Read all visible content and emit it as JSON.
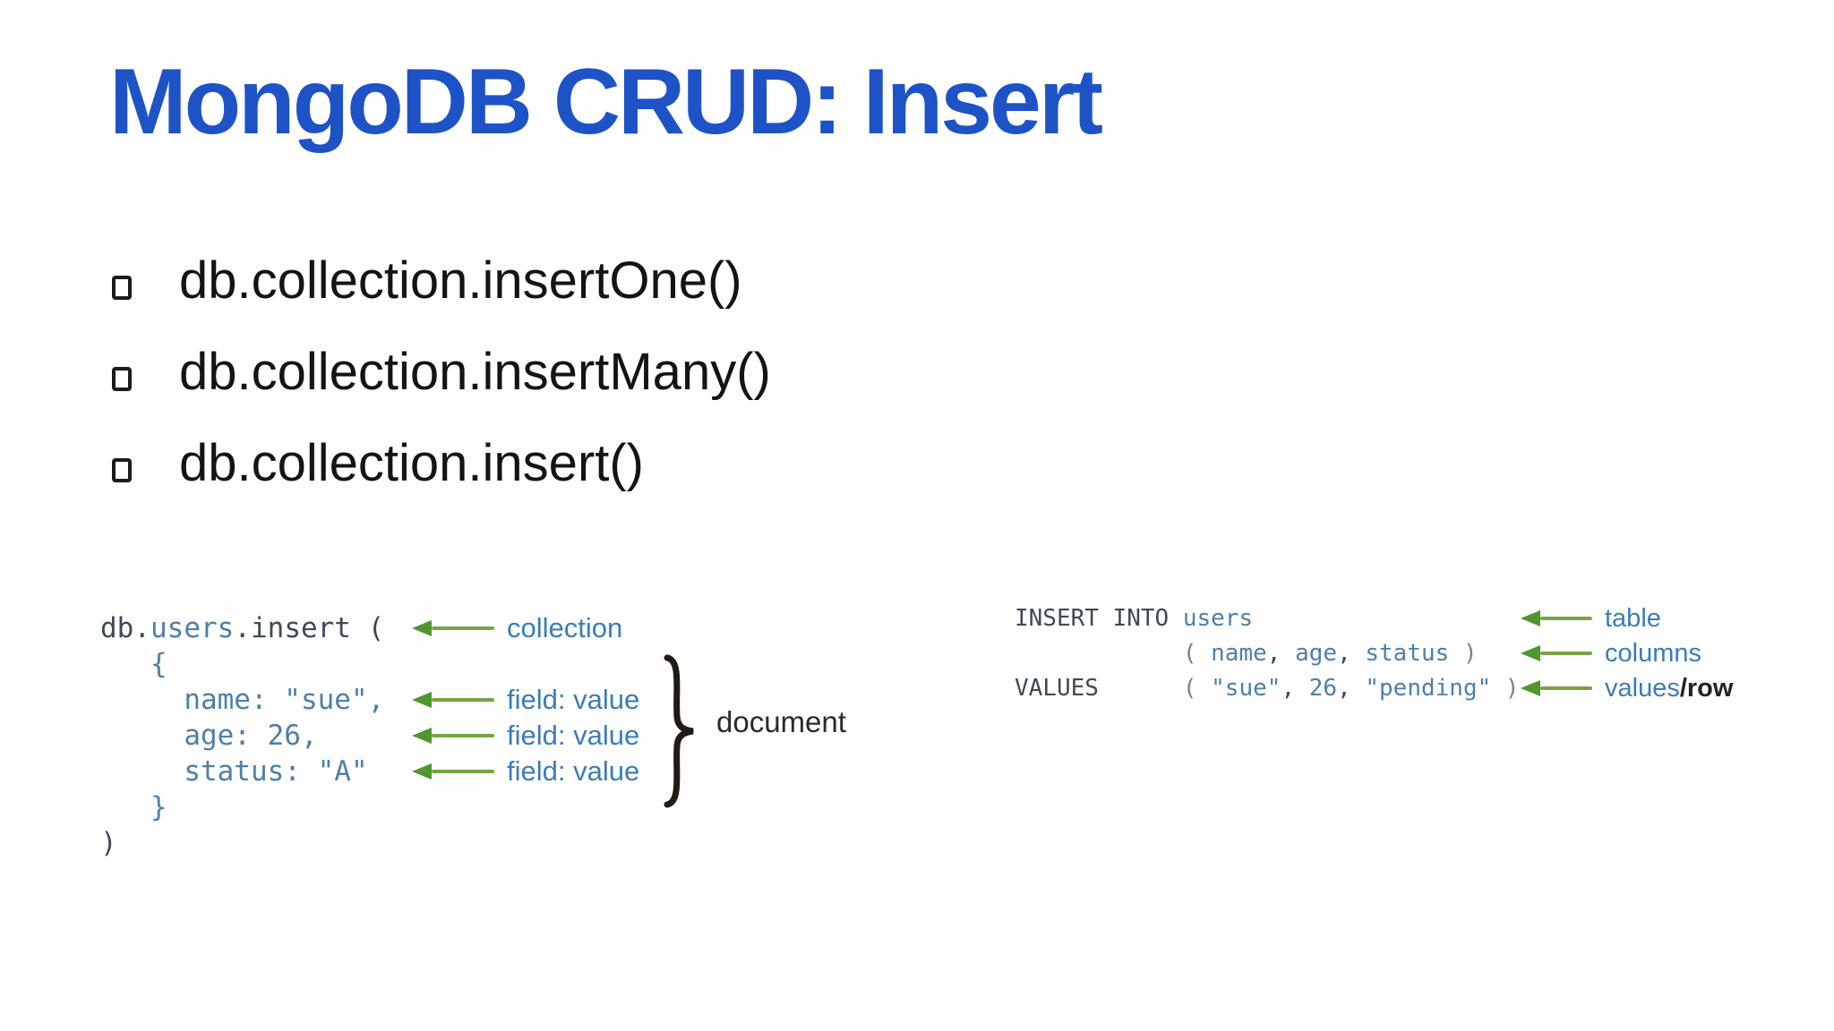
{
  "slide": {
    "title": "MongoDB CRUD: Insert"
  },
  "bullets": [
    {
      "label": "db.collection.insertOne()"
    },
    {
      "label": "db.collection.insertMany()"
    },
    {
      "label": "db.collection.insert()"
    }
  ],
  "mongo_example": {
    "l1_db": "db.",
    "l1_collection": "users",
    "l1_rest": ".insert (",
    "l2_open_brace": "   {",
    "fields": [
      {
        "code": "     name: \"sue\","
      },
      {
        "code": "     age: 26,"
      },
      {
        "code": "     status: \"A\""
      }
    ],
    "l6_close_brace": "   }",
    "l7_close_paren": ")",
    "annotations": {
      "collection": "collection",
      "field_value": "field: value",
      "document": "document"
    }
  },
  "sql_example": {
    "l1_keyword": "INSERT INTO ",
    "l1_table": "users",
    "l2_open": "            ( ",
    "l2_col1": "name",
    "l2_sep1": ", ",
    "l2_col2": "age",
    "l2_sep2": ", ",
    "l2_col3": "status",
    "l2_close": " )",
    "l3_keyword": "VALUES",
    "l3_open": "      ( ",
    "l3_val1": "\"sue\"",
    "l3_sep1": ", ",
    "l3_val2": "26",
    "l3_sep2": ", ",
    "l3_val3": "\"pending\"",
    "l3_close": " )",
    "annotations": {
      "table": "table",
      "columns": "columns",
      "values_part": "values",
      "row_part": "/row"
    }
  },
  "icons": {
    "bullet_icon": "square-outline",
    "arrow_icon": "green-left-arrow",
    "brace_icon": "right-curly-brace"
  },
  "colors": {
    "title_blue": "#1d53c6",
    "code_dark": "#3d4a57",
    "code_blue": "#4e80a8",
    "label_blue": "#3c7cb8",
    "arrow_green_head": "#4f9630",
    "arrow_green_shaft": "#79a344",
    "text_dark": "#141414",
    "background": "#ffffff"
  }
}
